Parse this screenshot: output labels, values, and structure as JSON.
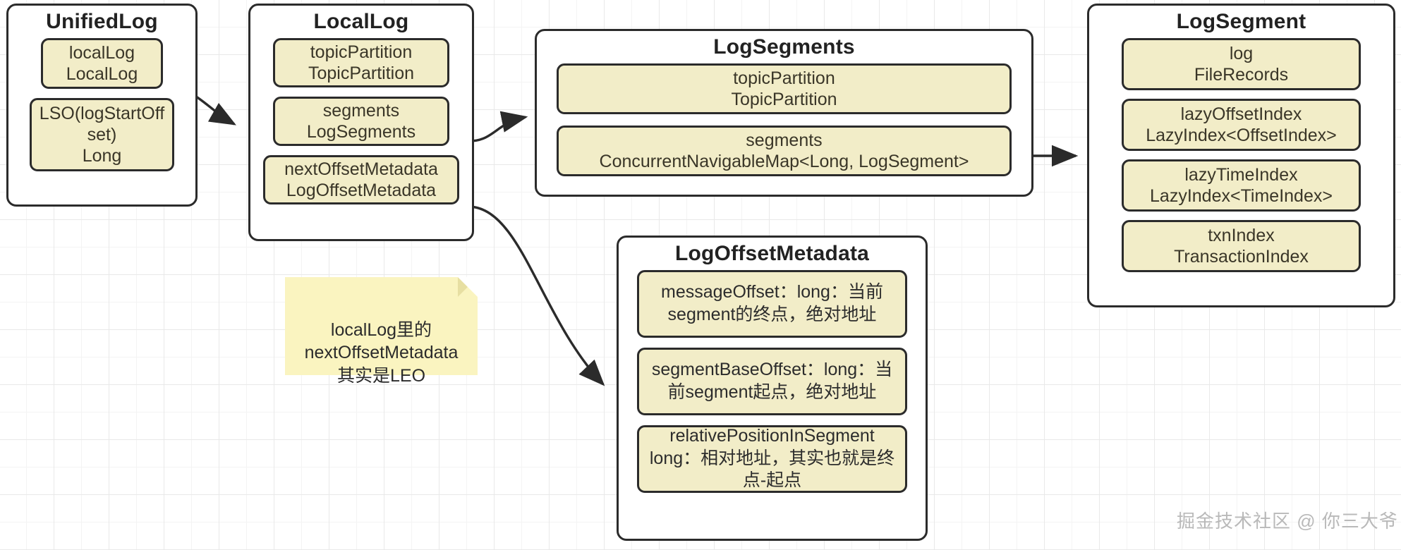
{
  "diagram": {
    "title": "Kafka log class relationships",
    "background": {
      "grid_color": "#e9e9e9",
      "page_color": "#ffffff"
    },
    "palette": {
      "box_border": "#2b2b2b",
      "field_fill": "#f2edc8",
      "class_fill": "#ffffff",
      "note_fill": "#faf4c0",
      "edge_color": "#2b2b2b",
      "watermark_color": "#b9b9b9"
    },
    "classes": [
      {
        "id": "unifiedlog",
        "title": "UnifiedLog",
        "fields": [
          "localLog\nLocalLog",
          "LSO(logStartOff\nset)\nLong"
        ]
      },
      {
        "id": "locallog",
        "title": "LocalLog",
        "fields": [
          "topicPartition\nTopicPartition",
          "segments\nLogSegments",
          "nextOffsetMetadata\nLogOffsetMetadata"
        ]
      },
      {
        "id": "logsegments",
        "title": "LogSegments",
        "fields": [
          "topicPartition\nTopicPartition",
          "segments\nConcurrentNavigableMap<Long, LogSegment>"
        ]
      },
      {
        "id": "logsegment",
        "title": "LogSegment",
        "fields": [
          "log\nFileRecords",
          "lazyOffsetIndex\nLazyIndex<OffsetIndex>",
          "lazyTimeIndex\nLazyIndex<TimeIndex>",
          "txnIndex\nTransactionIndex"
        ]
      },
      {
        "id": "logoffsetmetadata",
        "title": "LogOffsetMetadata",
        "fields": [
          "messageOffset：long：当前segment的终点，绝对地址",
          "segmentBaseOffset：long：当前segment起点，绝对地址",
          "relativePositionInSegment long：相对地址，其实也就是终点-起点"
        ]
      }
    ],
    "note": {
      "text": "localLog里的nextOffsetMetadata其实是LEO"
    },
    "edges": [
      {
        "from": "unifiedlog.localLog",
        "to": "locallog",
        "style": "curved-arrow"
      },
      {
        "from": "locallog.segments",
        "to": "logsegments",
        "style": "curved-arrow"
      },
      {
        "from": "locallog.nextOffsetMetadata",
        "to": "logoffsetmetadata",
        "style": "curved-arrow"
      },
      {
        "from": "logsegments.segments",
        "to": "logsegment",
        "style": "straight-arrow"
      }
    ],
    "watermark": "掘金技术社区 @ 你三大爷"
  }
}
